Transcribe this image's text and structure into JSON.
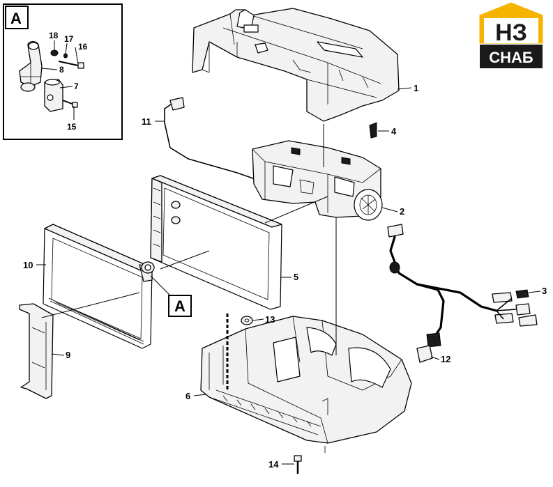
{
  "inset": {
    "label": "A"
  },
  "detail_ref": {
    "label": "A"
  },
  "logo": {
    "mark": "НЗ",
    "caption": "СНАБ",
    "color_gold": "#f5b400",
    "color_dark": "#1a1a1a"
  },
  "callouts": {
    "c1": "1",
    "c2": "2",
    "c3": "3",
    "c4": "4",
    "c5": "5",
    "c6": "6",
    "c7": "7",
    "c8": "8",
    "c9": "9",
    "c10": "10",
    "c11": "11",
    "c12": "12",
    "c13": "13",
    "c14": "14",
    "c15": "15",
    "c16": "16",
    "c17": "17",
    "c18": "18"
  }
}
